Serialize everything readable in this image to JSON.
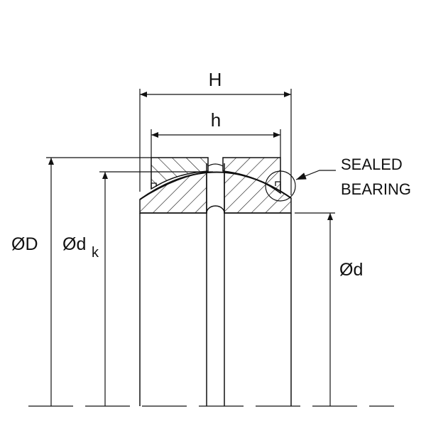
{
  "labels": {
    "H": "H",
    "h": "h",
    "D": "ØD",
    "dk": "Ød",
    "dk_sub": "k",
    "d": "Ød",
    "sealed_line1": "SEALED",
    "sealed_line2": "BEARING"
  },
  "colors": {
    "line": "#111111",
    "background": "#ffffff"
  }
}
